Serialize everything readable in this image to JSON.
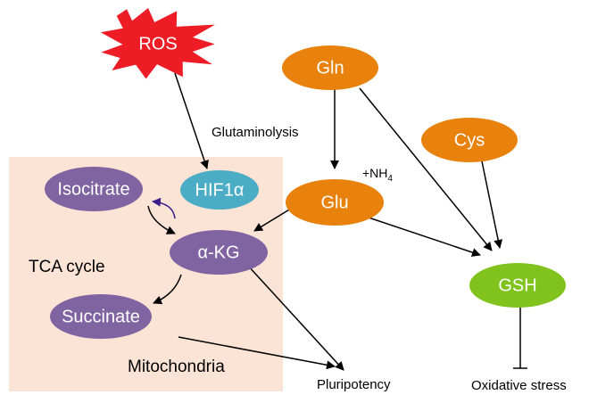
{
  "nodes": {
    "ros": {
      "label": "ROS",
      "color": "#ee1c25"
    },
    "gln": {
      "label": "Gln",
      "color": "#e8820c"
    },
    "cys": {
      "label": "Cys",
      "color": "#e8820c"
    },
    "glu": {
      "label": "Glu",
      "color": "#e8820c"
    },
    "gsh": {
      "label": "GSH",
      "color": "#7fc31c"
    },
    "isocitrate": {
      "label": "Isocitrate",
      "color": "#8064a2"
    },
    "hif1a": {
      "label": "HIF1α",
      "color": "#4bacc6"
    },
    "akg": {
      "label": "α-KG",
      "color": "#8064a2"
    },
    "succinate": {
      "label": "Succinate",
      "color": "#8064a2"
    }
  },
  "labels": {
    "glutaminolysis": "Glutaminolysis",
    "nh4_prefix": "+NH",
    "nh4_sub": "4",
    "tca_cycle": "TCA cycle",
    "mitochondria": "Mitochondria",
    "pluripotency": "Pluripotency",
    "oxidative_stress": "Oxidative stress"
  },
  "colors": {
    "mitochondria_bg": "#fbe3d6",
    "arrow": "#000000",
    "regulation_arrow": "#3a1f8c"
  }
}
